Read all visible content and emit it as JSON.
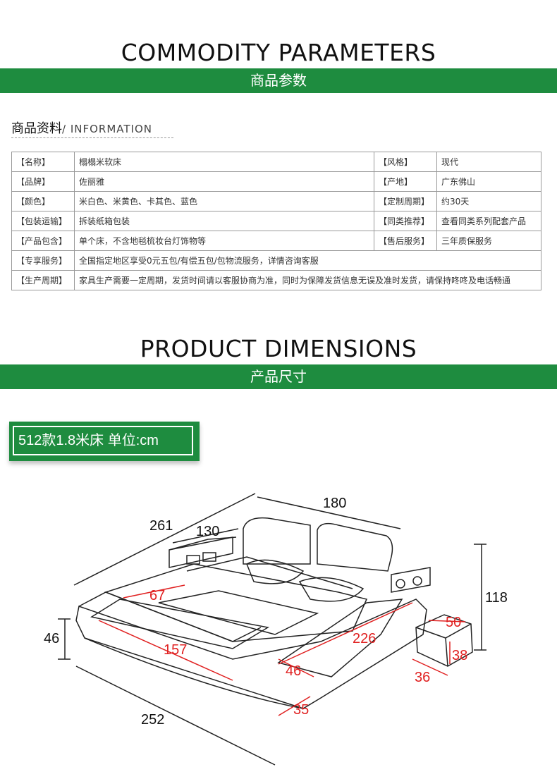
{
  "sections": {
    "params_title_en": "COMMODITY PARAMETERS",
    "params_title_cn": "商品参数",
    "dims_title_en": "PRODUCT DIMENSIONS",
    "dims_title_cn": "产品尺寸"
  },
  "info_header": {
    "cn": "商品资料",
    "en": "/ INFORMATION"
  },
  "table_rows": [
    {
      "k1": "【名称】",
      "v1": "榻榻米软床",
      "k2": "【风格】",
      "v2": "现代"
    },
    {
      "k1": "【品牌】",
      "v1": "佐丽雅",
      "k2": "【产地】",
      "v2": "广东佛山"
    },
    {
      "k1": "【颜色】",
      "v1": "米白色、米黄色、卡其色、蓝色",
      "k2": "【定制周期】",
      "v2": "约30天"
    },
    {
      "k1": "【包装运输】",
      "v1": "拆装纸箱包装",
      "k2": "【同类推荐】",
      "v2": "查看同类系列配套产品"
    },
    {
      "k1": "【产品包含】",
      "v1": "单个床，不含地毯梳妆台灯饰物等",
      "k2": "【售后服务】",
      "v2": "三年质保服务"
    }
  ],
  "table_wide_rows": [
    {
      "k": "【专享服务】",
      "v": "全国指定地区享受0元五包/有偿五包/包物流服务，详情咨询客服"
    },
    {
      "k": "【生产周期】",
      "v": "家具生产需要一定周期，发货时间请以客服协商为准，同时为保障发货信息无误及准时发货，请保持咚咚及电话畅通"
    }
  ],
  "model_label": "512款1.8米床 单位:cm",
  "dimensions": {
    "width_top": "180",
    "length_side": "261",
    "cabinet": "130",
    "height": "118",
    "bed_side_height": "46",
    "length_bottom": "252",
    "red_67": "67",
    "red_157": "157",
    "red_226": "226",
    "red_46": "46",
    "red_35": "35",
    "stool_50": "50",
    "stool_38": "38",
    "stool_36": "36"
  },
  "colors": {
    "accent_green": "#1e8c3f",
    "dimension_red": "#e02020"
  }
}
